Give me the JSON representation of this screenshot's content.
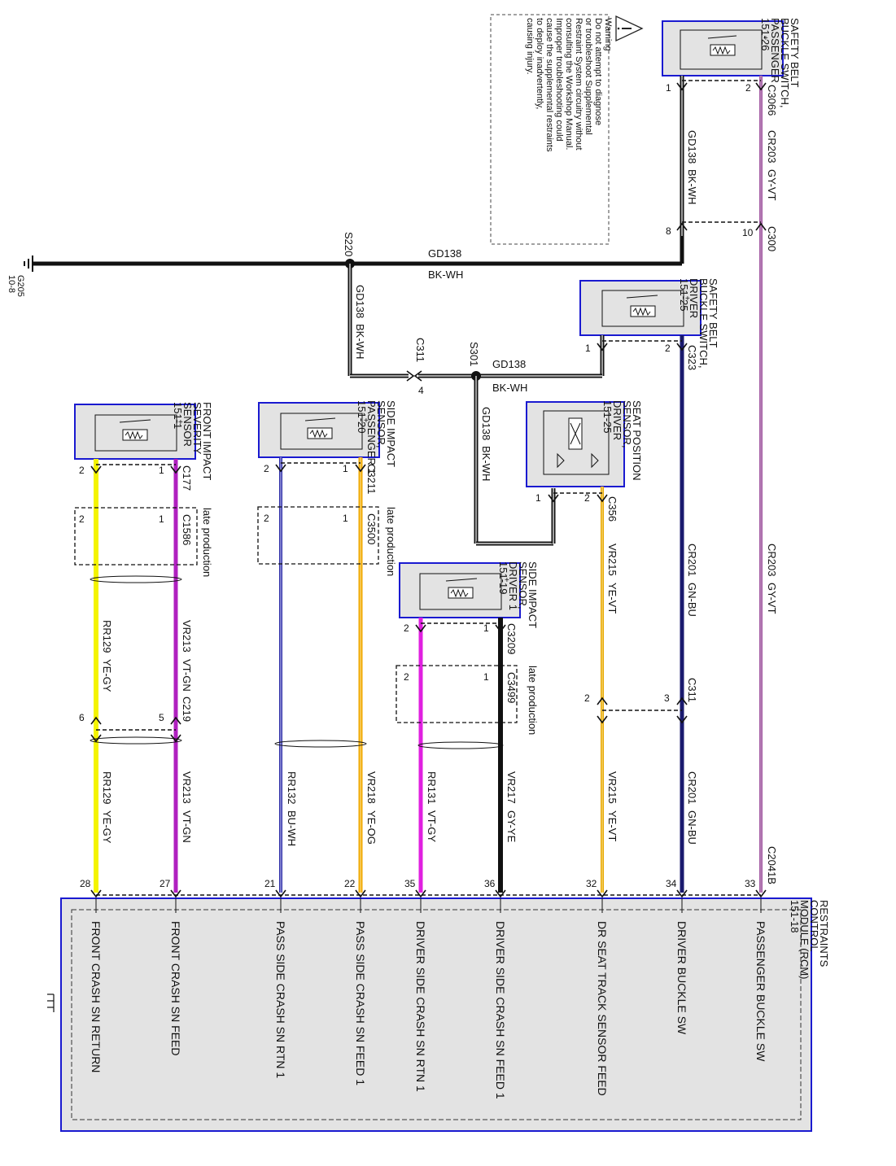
{
  "colors": {
    "bk_wh": "#111111",
    "gy_vt": "#a35aa3",
    "gn_bu": "#1a1a6e",
    "ye_vt": "#e9a800",
    "gy_ye": "#111111",
    "vt_gy": "#e020e0",
    "ye_og": "#f0a800",
    "bu_wh": "#3030a8",
    "vt_gn": "#b020c0",
    "ye_gy": "#f4f400",
    "component_border": "#1a1ad0",
    "component_fill": "#e3e3e3"
  },
  "warning": {
    "lines": [
      "Warning",
      "Do not attempt to diagnose",
      "or troubleshoot Supplemental",
      "Restraint System circuitry without",
      "consulting the Workshop Manual.",
      "Improper troubleshooting could",
      "cause the supplemental restraints",
      "to deploy inadvertently,",
      "causing injury."
    ],
    "icon": "warning-triangle-icon"
  },
  "ground": {
    "label": "G205",
    "ref": "10-8"
  },
  "splices": {
    "s220": "S220",
    "s301": "S301"
  },
  "trunk": {
    "circuit": "GD138",
    "color_code": "BK-WH"
  },
  "components": {
    "pass_buckle": {
      "lines": [
        "SAFETY BELT",
        "BUCKLE SWITCH,",
        "PASSENGER",
        "151-26"
      ]
    },
    "drv_buckle": {
      "lines": [
        "SAFETY BELT",
        "BUCKLE SWITCH,",
        "DRIVER",
        "151-25"
      ]
    },
    "seat_pos": {
      "lines": [
        "SEAT POSITION",
        "SENSOR,",
        "DRIVER",
        "151-25"
      ]
    },
    "side_drv": {
      "lines": [
        "SIDE IMPACT",
        "SENSOR,",
        "DRIVER 1",
        "151-19"
      ]
    },
    "side_pass": {
      "lines": [
        "SIDE IMPACT",
        "SENSOR,",
        "PASSENGER 1",
        "151-20"
      ]
    },
    "front_impact": {
      "lines": [
        "FRONT IMPACT",
        "SEVERITY",
        "SENSOR",
        "151-1"
      ]
    },
    "rcm": {
      "lines": [
        "RESTRAINTS",
        "CONTROL",
        "MODULE (RCM)",
        "151-18"
      ],
      "connector": "C2041B"
    }
  },
  "connectors": {
    "c3066": "C3066",
    "c300": "C300",
    "c323": "C323",
    "c311": "C311",
    "c356": "C356",
    "c3209": "C3209",
    "c3499": "C3499",
    "c3211": "C3211",
    "c3500": "C3500",
    "c177": "C177",
    "c1586": "C1586",
    "c219": "C219",
    "late_production": "late production"
  },
  "wires": {
    "gd138_a": {
      "circuit": "GD138",
      "color": "BK-WH"
    },
    "cr203_a": {
      "circuit": "CR203",
      "color": "GY-VT"
    },
    "cr203_b": {
      "circuit": "CR203",
      "color": "GY-VT"
    },
    "gd138_s301": {
      "circuit": "GD138",
      "color": "BK-WH"
    },
    "gd138_s220": {
      "circuit": "GD138",
      "color": "BK-WH"
    },
    "gd138_seat": {
      "circuit": "GD138",
      "color": "BK-WH"
    },
    "cr201_a": {
      "circuit": "CR201",
      "color": "GN-BU"
    },
    "cr201_b": {
      "circuit": "CR201",
      "color": "GN-BU"
    },
    "vr215_a": {
      "circuit": "VR215",
      "color": "YE-VT"
    },
    "vr215_b": {
      "circuit": "VR215",
      "color": "YE-VT"
    },
    "vr217": {
      "circuit": "VR217",
      "color": "GY-YE"
    },
    "rr131": {
      "circuit": "RR131",
      "color": "VT-GY"
    },
    "vr218": {
      "circuit": "VR218",
      "color": "YE-OG"
    },
    "rr132": {
      "circuit": "RR132",
      "color": "BU-WH"
    },
    "vr213_a": {
      "circuit": "VR213",
      "color": "VT-GN"
    },
    "vr213_b": {
      "circuit": "VR213",
      "color": "VT-GN"
    },
    "rr129_a": {
      "circuit": "RR129",
      "color": "YE-GY"
    },
    "rr129_b": {
      "circuit": "RR129",
      "color": "YE-GY"
    }
  },
  "rcm_pins": [
    {
      "pin": "33",
      "label": "PASSENGER BUCKLE SW"
    },
    {
      "pin": "34",
      "label": "DRIVER BUCKLE SW"
    },
    {
      "pin": "32",
      "label": "DR SEAT TRACK SENSOR FEED"
    },
    {
      "pin": "36",
      "label": "DRIVER SIDE CRASH SN FEED 1"
    },
    {
      "pin": "35",
      "label": "DRIVER SIDE CRASH SN RTN 1"
    },
    {
      "pin": "22",
      "label": "PASS SIDE CRASH SN FEED 1"
    },
    {
      "pin": "21",
      "label": "PASS SIDE CRASH SN RTN 1"
    },
    {
      "pin": "27",
      "label": "FRONT CRASH SN FEED"
    },
    {
      "pin": "28",
      "label": "FRONT CRASH SN RETURN"
    }
  ]
}
